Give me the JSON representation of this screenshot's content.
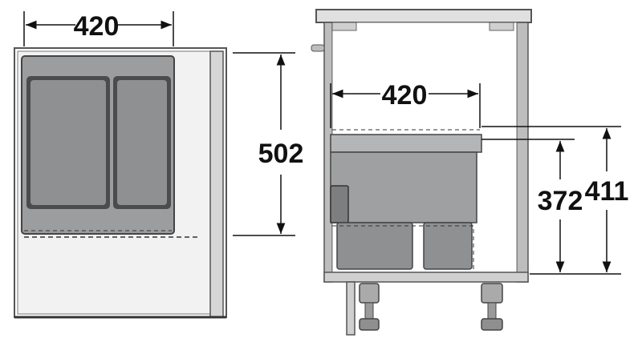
{
  "dimensions": {
    "top_view_width": "420",
    "top_view_depth": "502",
    "front_view_width": "420",
    "front_view_height_inner": "372",
    "front_view_height_total": "411"
  },
  "colors": {
    "line": "#111111",
    "cabinet_fill": "#e2e2e2",
    "cabinet_edge": "#6a6a6a",
    "bin_dark": "#4a4a4a",
    "bin_face": "#8f9092",
    "bin_light": "#a9aaac",
    "frame": "#bdbdbd",
    "background": "#ffffff"
  }
}
